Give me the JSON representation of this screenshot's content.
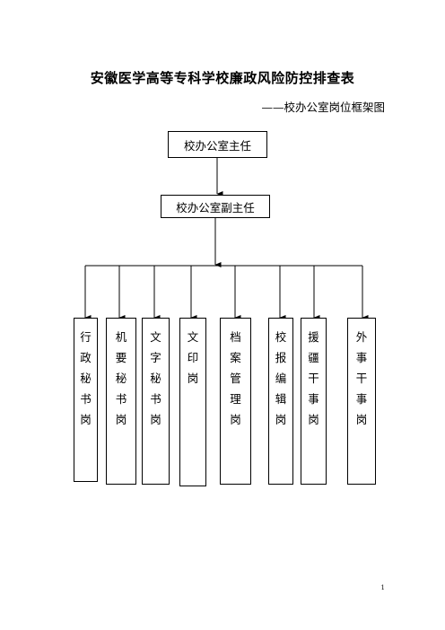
{
  "title": "安徽医学高等专科学校廉政风险防控排查表",
  "subtitle": "——校办公室岗位框架图",
  "top_box": "校办公室主任",
  "second_box": "校办公室副主任",
  "posts": [
    {
      "label": "行政秘书岗",
      "chars": [
        "行",
        "政",
        "秘",
        "书",
        "岗"
      ]
    },
    {
      "label": "机要秘书岗",
      "chars": [
        "机",
        "要",
        "秘",
        "书",
        "岗"
      ]
    },
    {
      "label": "文字秘书岗",
      "chars": [
        "文",
        "字",
        "秘",
        "书",
        "岗"
      ]
    },
    {
      "label": "文印岗",
      "chars": [
        "文",
        "印",
        "岗"
      ]
    },
    {
      "label": "档案管理岗",
      "chars": [
        "档",
        "案",
        "管",
        "理",
        "岗"
      ]
    },
    {
      "label": "校报编辑岗",
      "chars": [
        "校",
        "报",
        "编",
        "辑",
        "岗"
      ]
    },
    {
      "label": "援疆干事岗",
      "chars": [
        "援",
        "疆",
        "干",
        "事",
        "岗"
      ]
    },
    {
      "label": "外事干事岗",
      "chars": [
        "外",
        "事",
        "干",
        "事",
        "岗"
      ]
    }
  ],
  "page_number": "1"
}
